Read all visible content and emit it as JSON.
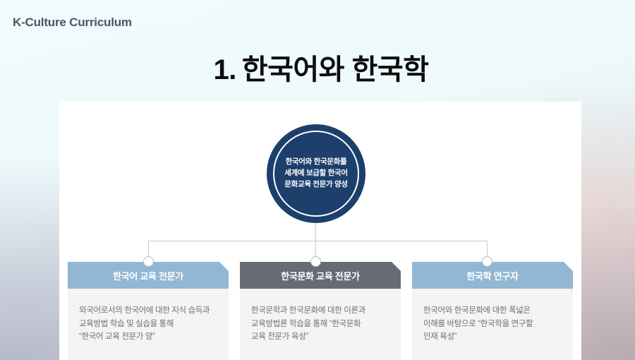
{
  "header": {
    "kicker": "K-Culture Curriculum",
    "title_number": "1.",
    "title_text": "한국어와 한국학"
  },
  "hub": {
    "text": "한국어와 한국문화를\n세계에 보급할 한국어\n문화교육 전문가 양성"
  },
  "columns": [
    {
      "banner_label": "한국어 교육 전문가",
      "banner_color": "#92b7d4",
      "body_text": "외국어로서의 한국어에 대한 지식 습득과\n교육방법 학습 및 실습을 통해\n“한국어 교육 전문가 양”"
    },
    {
      "banner_label": "한국문화 교육 전문가",
      "banner_color": "#666b75",
      "body_text": "한국문학과 한국문화에 대한 이론과\n교육방법론 학습을 통해 “한국문화\n교육 전문가 육성”"
    },
    {
      "banner_label": "한국학 연구자",
      "banner_color": "#92b7d4",
      "body_text": "한국어와 한국문화에 대한 폭넓은\n이해를 바탕으로 “한국학을 연구할\n인재 육성”"
    }
  ],
  "colors": {
    "hub_navy": "#1d3f6c",
    "accent_blue": "#92b7d4",
    "accent_gray": "#666b75",
    "connector": "#c8c8c8",
    "body_panel": "#f4f4f4"
  }
}
